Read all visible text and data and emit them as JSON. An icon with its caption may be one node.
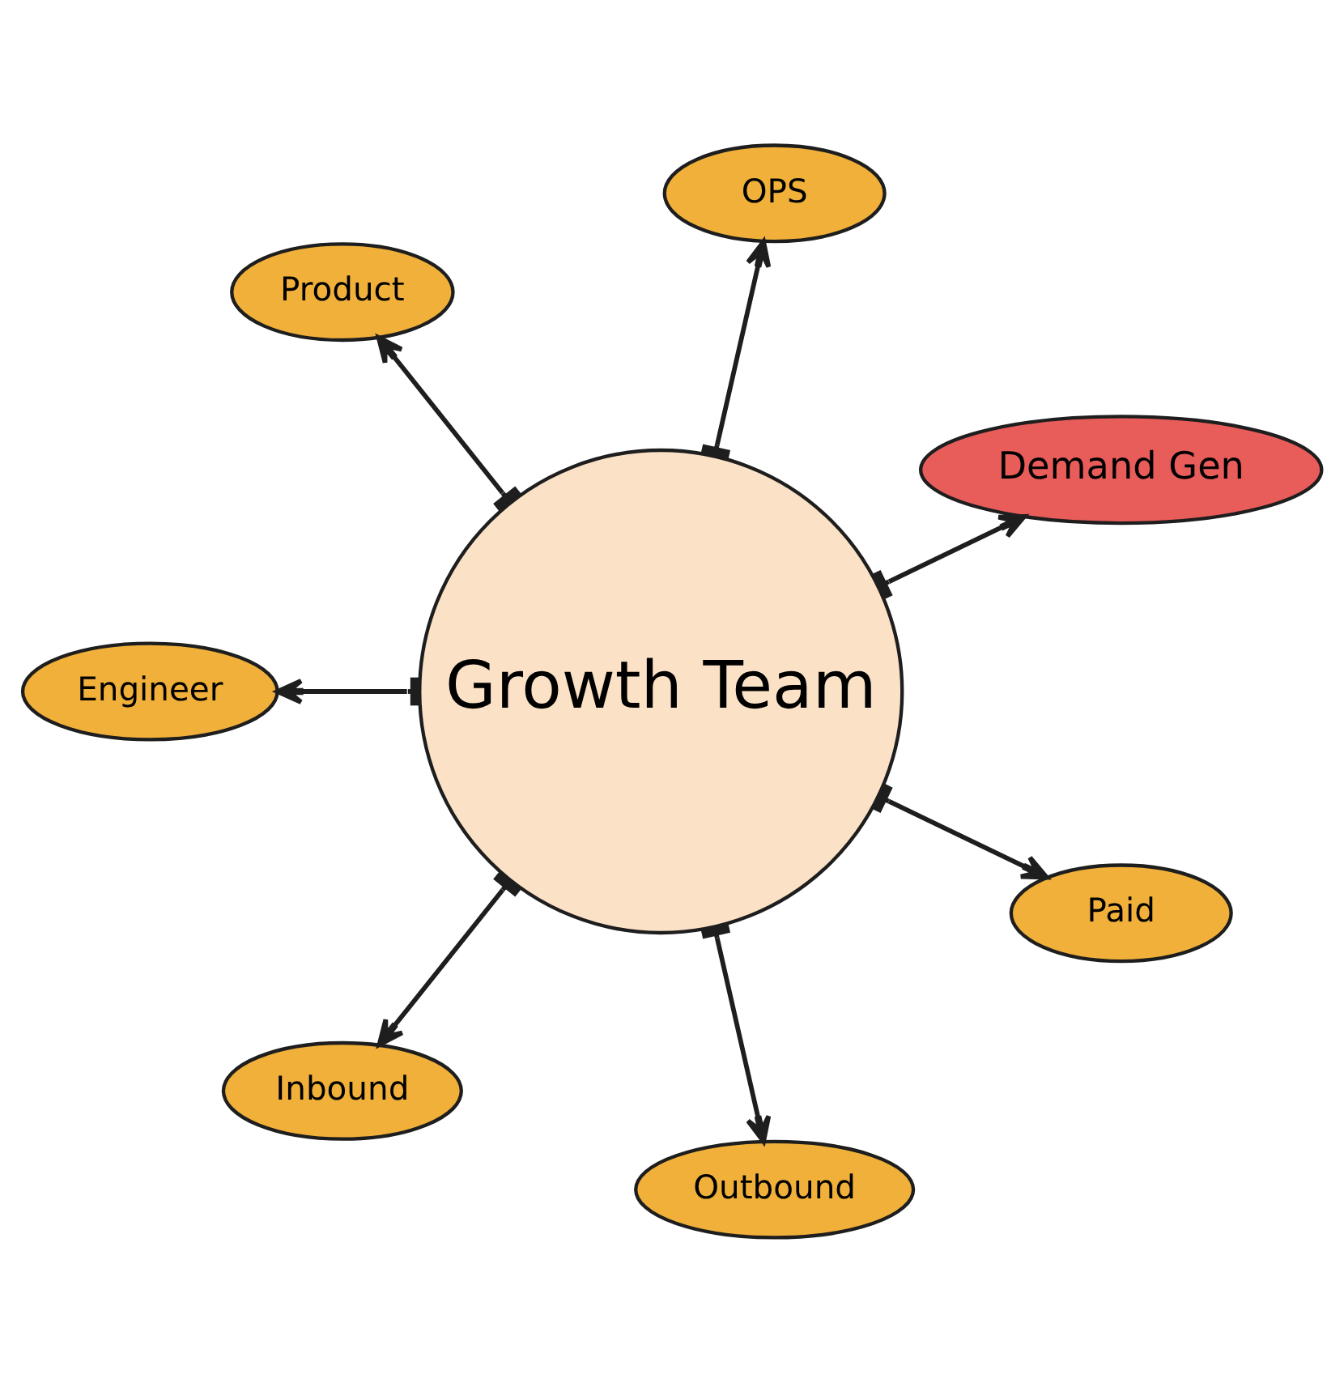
{
  "diagram": {
    "nodes": [
      {
        "text": [
          "Demand Gen"
        ]
      },
      {
        "text": [
          "OPS"
        ]
      },
      {
        "text": [
          "Product"
        ]
      },
      {
        "text": [
          "Growth Team"
        ]
      },
      {
        "text": [
          "Engineer"
        ]
      },
      {
        "text": [
          "Inbound"
        ]
      },
      {
        "text": [
          "Outbound"
        ]
      },
      {
        "text": [
          "Paid"
        ]
      }
    ],
    "edges": [
      {
        "from": 3,
        "to": 0,
        "arrow": "to"
      },
      {
        "from": 3,
        "to": 1,
        "arrow": "to"
      },
      {
        "from": 3,
        "to": 2,
        "arrow": "to"
      },
      {
        "from": 3,
        "to": 4,
        "arrow": "to"
      },
      {
        "from": 3,
        "to": 5,
        "arrow": "to"
      },
      {
        "from": 3,
        "to": 6,
        "arrow": "to"
      },
      {
        "from": 3,
        "to": 7,
        "arrow": "to"
      }
    ]
  }
}
